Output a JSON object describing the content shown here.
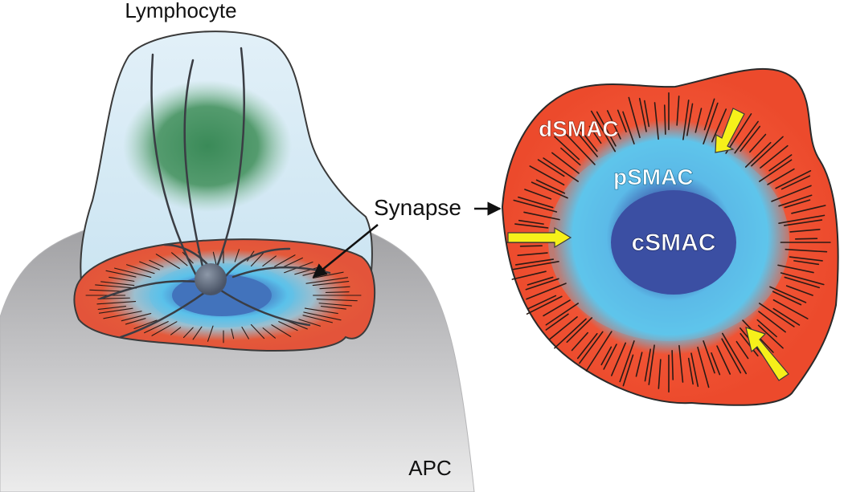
{
  "labels": {
    "lymphocyte": "Lymphocyte",
    "synapse": "Synapse",
    "apc": "APC",
    "dsmac": "dSMAC",
    "psmac": "pSMAC",
    "csmac": "cSMAC"
  },
  "colors": {
    "apc_gray": "#a9a9ab",
    "cell_membrane": "#cfe6f3",
    "nucleus_green": "#3f8d5c",
    "dsmac_red": "#ec4a2c",
    "psmac_blue": "#5bc3ec",
    "csmac_navy": "#3b4fa3",
    "arrow_yellow": "#f6f01a",
    "outline": "#333333"
  }
}
